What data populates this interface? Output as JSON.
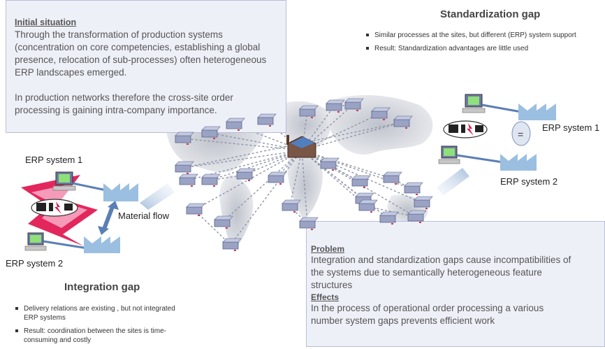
{
  "initial_situation": {
    "title": "Initial situation",
    "paragraph1": "Through the transformation of production systems (concentration on core competencies, establishing a global presence, relocation of sub-processes) often heterogeneous ERP landscapes emerged.",
    "paragraph2": "In production networks therefore the cross-site order processing is gaining intra-company importance."
  },
  "standardization_gap": {
    "title": "Standardization gap",
    "bullets": [
      "Similar processes at the sites, but different (ERP) system support",
      "Result: Standardization advantages are little used"
    ],
    "erp1_label": "ERP system 1",
    "erp2_label": "ERP system 2",
    "equals": "="
  },
  "integration_gap": {
    "title": "Integration gap",
    "bullets": [
      "Delivery relations are existing , but not integrated ERP systems",
      "Result: coordination between the sites is time-consuming  and costly"
    ],
    "erp1_label": "ERP system 1",
    "erp2_label": "ERP system 2",
    "material_flow": "Material flow"
  },
  "problem_box": {
    "problem_title": "Problem",
    "problem_text": "Integration and standardization gaps cause incompatibilities of the systems due to semantically heterogeneous feature structures",
    "effects_title": "Effects",
    "effects_text": "In the process of operational order processing a various number system gaps prevents efficient work"
  },
  "colors": {
    "box_bg": "#eef0f8",
    "box_border": "#b8bdd6",
    "factory": "#9bbfe0",
    "map": "#c9ccd3",
    "bolt_red": "#e0104a",
    "bolt_pink": "#f59ab8",
    "arrow": "#5a7fb5"
  }
}
